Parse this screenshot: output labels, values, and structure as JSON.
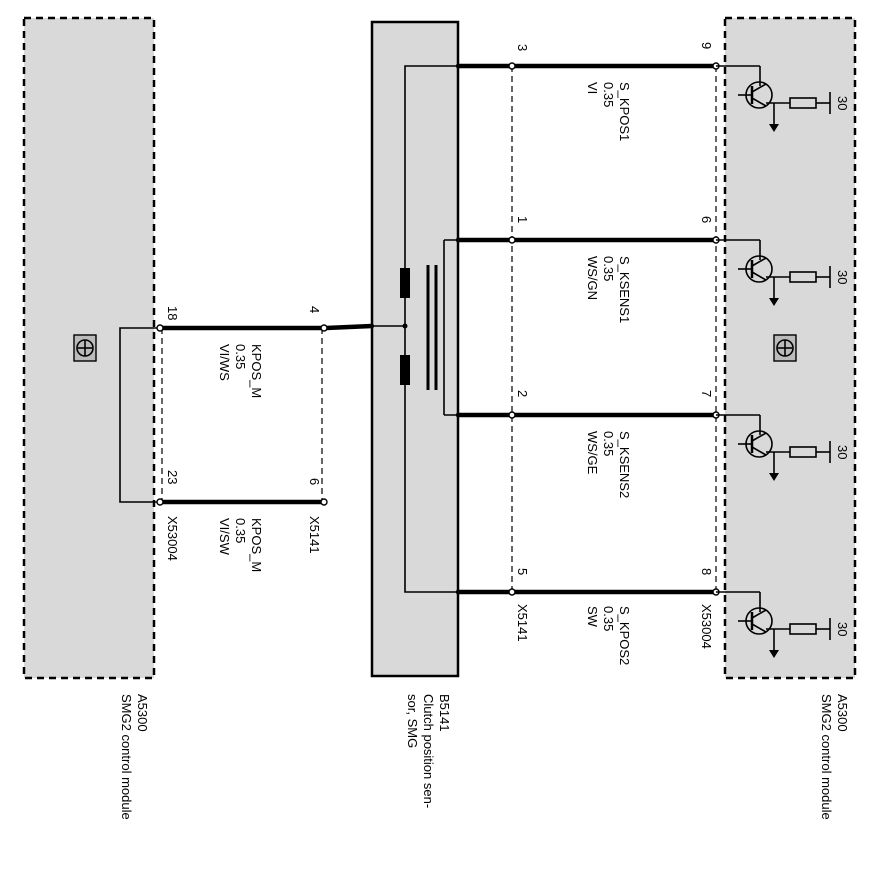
{
  "left_module": {
    "id": "A5300",
    "name": "SMG2 control module",
    "connector": "X53004",
    "pins": [
      "18",
      "23"
    ]
  },
  "right_module": {
    "id": "A5300",
    "name": "SMG2 control module",
    "connector": "X53004",
    "pins": [
      "9",
      "6",
      "7",
      "8"
    ],
    "supply_label": "30"
  },
  "sensor": {
    "id": "B5141",
    "name_line1": "Clutch position sen-",
    "name_line2": "sor, SMG",
    "connector": "X5141",
    "left_pins": [
      "4",
      "6"
    ],
    "right_pins": [
      "3",
      "1",
      "2",
      "5"
    ]
  },
  "left_wires": [
    {
      "signal": "KPOS_M",
      "size": "0.35",
      "color": "VI/WS"
    },
    {
      "signal": "KPOS_M",
      "size": "0.35",
      "color": "VI/SW"
    }
  ],
  "right_wires": [
    {
      "signal": "S_KPOS1",
      "size": "0.35",
      "color": "VI"
    },
    {
      "signal": "S_KSENS1",
      "size": "0.35",
      "color": "WS/GN"
    },
    {
      "signal": "S_KSENS2",
      "size": "0.35",
      "color": "WS/GE"
    },
    {
      "signal": "S_KPOS2",
      "size": "0.35",
      "color": "SW"
    }
  ]
}
